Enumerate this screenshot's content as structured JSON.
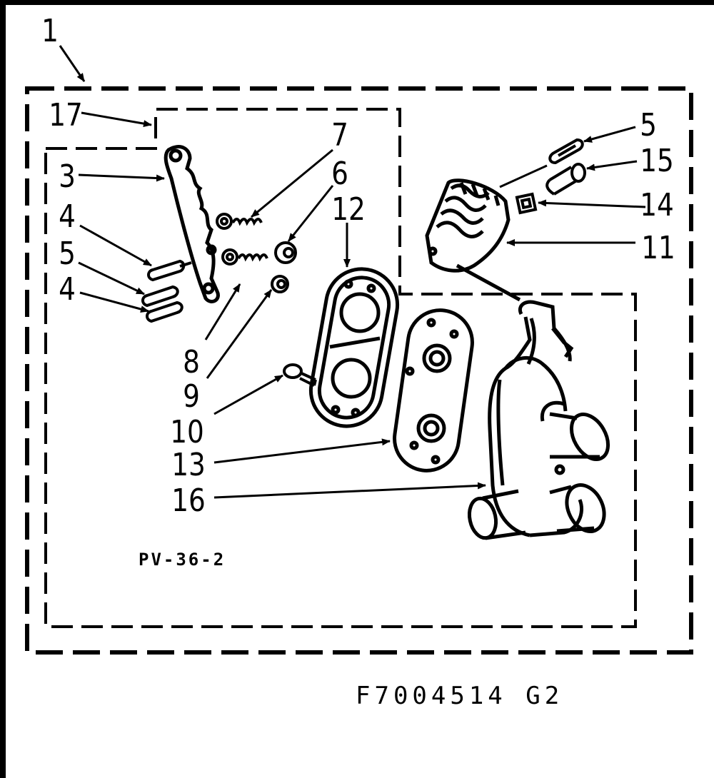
{
  "diagram": {
    "callouts": {
      "c1": "1",
      "c17": "17",
      "c3": "3",
      "c4a": "4",
      "c5a": "5",
      "c4b": "4",
      "c7": "7",
      "c6": "6",
      "c12": "12",
      "c8": "8",
      "c9": "9",
      "c10": "10",
      "c13": "13",
      "c16": "16",
      "c5b": "5",
      "c15": "15",
      "c14": "14",
      "c11": "11"
    },
    "view_code": "PV-36-2",
    "figure_number": "F7004514 G2"
  }
}
